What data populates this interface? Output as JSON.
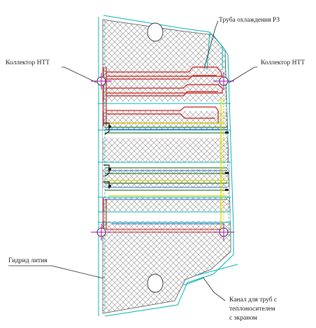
{
  "labels": {
    "cooling_pipe": "Труба охлаждения РЗ",
    "collector_left": "Коллектор НТТ",
    "collector_right": "Коллектор НТТ",
    "lithium_hydride": "Гидрид лития",
    "channel_line1": "Канал для труб с",
    "channel_line2": "теплоносителем",
    "channel_line3": "с экраном"
  },
  "colors": {
    "hatch": "#7a7a7a",
    "outline": "#00b4b4",
    "pipe_red": "#cc1a1a",
    "pipe_green": "#2e7d32",
    "pipe_blue": "#3060c8",
    "yellow": "#d6d600",
    "magenta": "#b000b0",
    "leader": "#222222"
  }
}
